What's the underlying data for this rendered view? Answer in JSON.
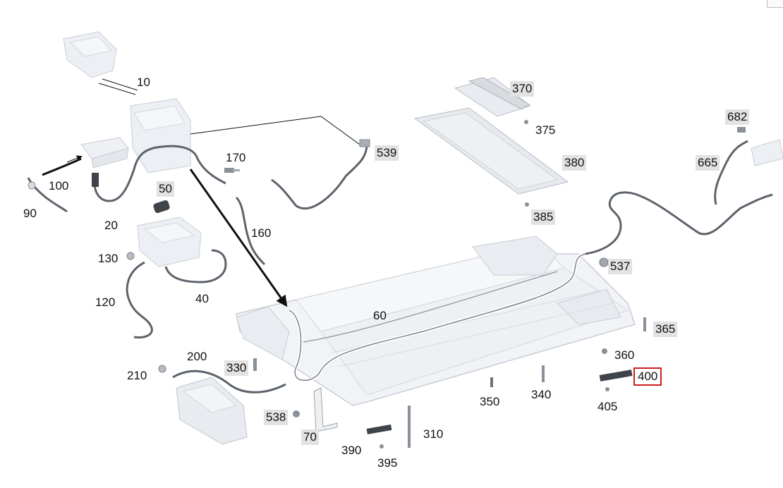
{
  "diagram": {
    "highlighted_part": "400",
    "parts": [
      {
        "id": "p10",
        "label": "10",
        "shaded": false
      },
      {
        "id": "p20",
        "label": "20",
        "shaded": false
      },
      {
        "id": "p40",
        "label": "40",
        "shaded": false
      },
      {
        "id": "p50",
        "label": "50",
        "shaded": true
      },
      {
        "id": "p60",
        "label": "60",
        "shaded": false
      },
      {
        "id": "p70",
        "label": "70",
        "shaded": true
      },
      {
        "id": "p90",
        "label": "90",
        "shaded": false
      },
      {
        "id": "p100",
        "label": "100",
        "shaded": false
      },
      {
        "id": "p120",
        "label": "120",
        "shaded": false
      },
      {
        "id": "p130",
        "label": "130",
        "shaded": false
      },
      {
        "id": "p160",
        "label": "160",
        "shaded": false
      },
      {
        "id": "p170",
        "label": "170",
        "shaded": false
      },
      {
        "id": "p200",
        "label": "200",
        "shaded": false
      },
      {
        "id": "p210",
        "label": "210",
        "shaded": false
      },
      {
        "id": "p310",
        "label": "310",
        "shaded": false
      },
      {
        "id": "p330",
        "label": "330",
        "shaded": true
      },
      {
        "id": "p340",
        "label": "340",
        "shaded": false
      },
      {
        "id": "p350",
        "label": "350",
        "shaded": false
      },
      {
        "id": "p360",
        "label": "360",
        "shaded": false
      },
      {
        "id": "p365",
        "label": "365",
        "shaded": true
      },
      {
        "id": "p370",
        "label": "370",
        "shaded": true
      },
      {
        "id": "p375",
        "label": "375",
        "shaded": false
      },
      {
        "id": "p380",
        "label": "380",
        "shaded": true
      },
      {
        "id": "p385",
        "label": "385",
        "shaded": true
      },
      {
        "id": "p390",
        "label": "390",
        "shaded": false
      },
      {
        "id": "p395",
        "label": "395",
        "shaded": false
      },
      {
        "id": "p400",
        "label": "400",
        "shaded": false
      },
      {
        "id": "p405",
        "label": "405",
        "shaded": false
      },
      {
        "id": "p537",
        "label": "537",
        "shaded": true
      },
      {
        "id": "p538",
        "label": "538",
        "shaded": true
      },
      {
        "id": "p539",
        "label": "539",
        "shaded": true
      },
      {
        "id": "p665",
        "label": "665",
        "shaded": true
      },
      {
        "id": "p682",
        "label": "682",
        "shaded": true
      }
    ]
  },
  "colors": {
    "part_fill": "#f1f3f6",
    "part_stroke": "#c9ced6",
    "cable": "#5d636b",
    "label_bg": "#e2e2e2",
    "highlight": "#cc1f1f"
  }
}
